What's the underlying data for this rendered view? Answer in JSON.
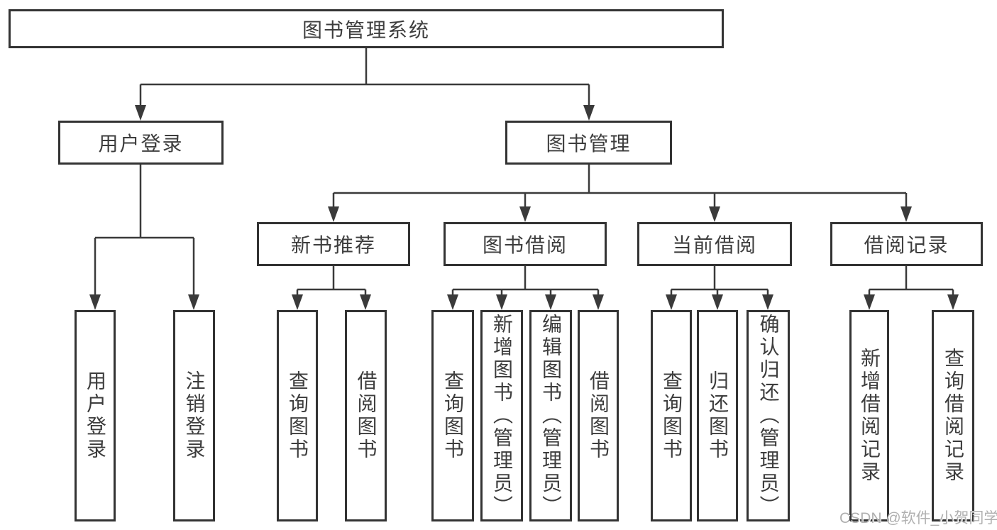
{
  "diagram": {
    "title": "图书管理系统",
    "type": "tree-structure-chart"
  },
  "nodes": {
    "root": {
      "label": "图书管理系统"
    },
    "user_login": {
      "label": "用户登录"
    },
    "book_mgmt": {
      "label": "图书管理"
    },
    "new_book_rec": {
      "label": "新书推荐"
    },
    "book_borrow": {
      "label": "图书借阅"
    },
    "current_borrow": {
      "label": "当前借阅"
    },
    "borrow_record": {
      "label": "借阅记录"
    },
    "leaf_user_login": {
      "label": "用户登录"
    },
    "leaf_logout": {
      "label": "注销登录"
    },
    "leaf_rec_query": {
      "label": "查询图书"
    },
    "leaf_rec_borrow": {
      "label": "借阅图书"
    },
    "leaf_bb_query": {
      "label": "查询图书"
    },
    "leaf_bb_add": {
      "label": "新增图书（管理员）"
    },
    "leaf_bb_edit": {
      "label": "编辑图书（管理员）"
    },
    "leaf_bb_borrow": {
      "label": "借阅图书"
    },
    "leaf_cb_query": {
      "label": "查询图书"
    },
    "leaf_cb_return": {
      "label": "归还图书"
    },
    "leaf_cb_confirm": {
      "label": "确认归还（管理员）"
    },
    "leaf_br_add": {
      "label": "新增借阅记录"
    },
    "leaf_br_query": {
      "label": "查询借阅记录"
    }
  },
  "watermark": {
    "text": "CSDN @软件_小贺同学"
  },
  "colors": {
    "line": "#3a3a3a",
    "border": "#333333",
    "text": "#3d3d3d",
    "background": "#ffffff",
    "watermark": "#b0b0b0"
  }
}
